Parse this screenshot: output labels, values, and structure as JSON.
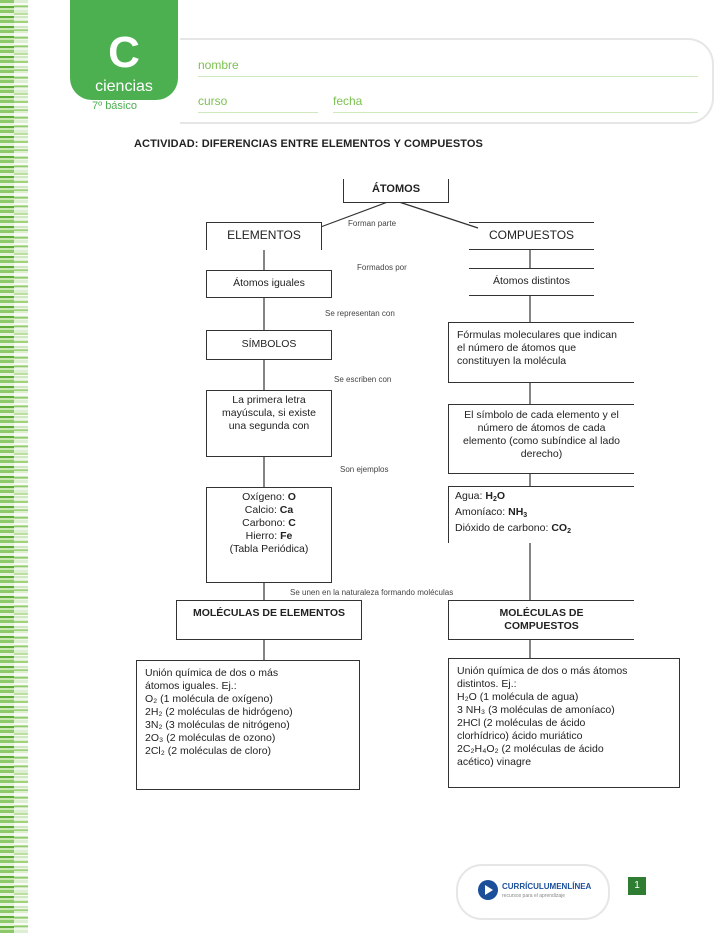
{
  "header": {
    "logo_letter": "C",
    "logo_text": "ciencias",
    "grade": "7º básico",
    "field_name": "nombre",
    "field_course": "curso",
    "field_date": "fecha"
  },
  "title": "ACTIVIDAD: DIFERENCIAS ENTRE ELEMENTOS Y COMPUESTOS",
  "map": {
    "root": "ÁTOMOS",
    "root_connector": "Forman parte",
    "elements": "ELEMENTOS",
    "compounds": "COMPUESTOS",
    "label_formados": "Formados por",
    "equal_atoms": "Átomos iguales",
    "different_atoms": "Átomos distintos",
    "label_represent": "Se representan con",
    "symbols": "SÍMBOLOS",
    "formulas": "Fórmulas moleculares que indican el número de átomos que constituyen la molécula",
    "label_written": "Se escriben con",
    "first_letter": "La primera letra mayúscula, si existe una segunda con",
    "symbol_each": "El símbolo de cada elemento y el número de átomos de cada elemento (como subíndice al lado derecho)",
    "label_examples": "Son ejemplos",
    "element_examples": [
      {
        "name": "Oxígeno:",
        "symbol": "O"
      },
      {
        "name": "Calcio:",
        "symbol": "Ca"
      },
      {
        "name": "Carbono:",
        "symbol": "C"
      },
      {
        "name": "Hierro:",
        "symbol": "Fe"
      }
    ],
    "periodic_table": "(Tabla Periódica)",
    "compound_examples": [
      {
        "name": "Agua:",
        "base": "H",
        "sub": "2",
        "tail": "O"
      },
      {
        "name": "Amoníaco:",
        "base": "NH",
        "sub": "3",
        "tail": ""
      },
      {
        "name": "Dióxido de carbono:",
        "base": "CO",
        "sub": "2",
        "tail": ""
      }
    ],
    "label_molecules": "Se unen en la naturaleza formando moléculas",
    "element_molecules": "MOLÉCULAS DE ELEMENTOS",
    "compound_molecules": "MOLÉCULAS DE COMPUESTOS",
    "element_union": [
      "Unión química de dos o más",
      "átomos iguales. Ej.:",
      "O₂ (1 molécula de oxígeno)",
      "2H₂ (2 moléculas de hidrógeno)",
      "3N₂ (3 moléculas de nitrógeno)",
      "2O₃ (2 moléculas de ozono)",
      "2Cl₂ (2 moléculas de cloro)"
    ],
    "compound_union": [
      "Unión química de dos o más átomos",
      "distintos. Ej.:",
      "H₂O (1 molécula de agua)",
      "3 NH₃ (3 moléculas de amoníaco)",
      "2HCl (2 moléculas de ácido",
      "clorhídrico) ácido muriático",
      "2C₂H₄O₂ (2 moléculas de ácido",
      "acético) vinagre"
    ]
  },
  "footer": {
    "brand": "CURRÍCULUMENLÍNEA",
    "brand_sub": "recursos para el aprendizaje",
    "page": "1"
  }
}
